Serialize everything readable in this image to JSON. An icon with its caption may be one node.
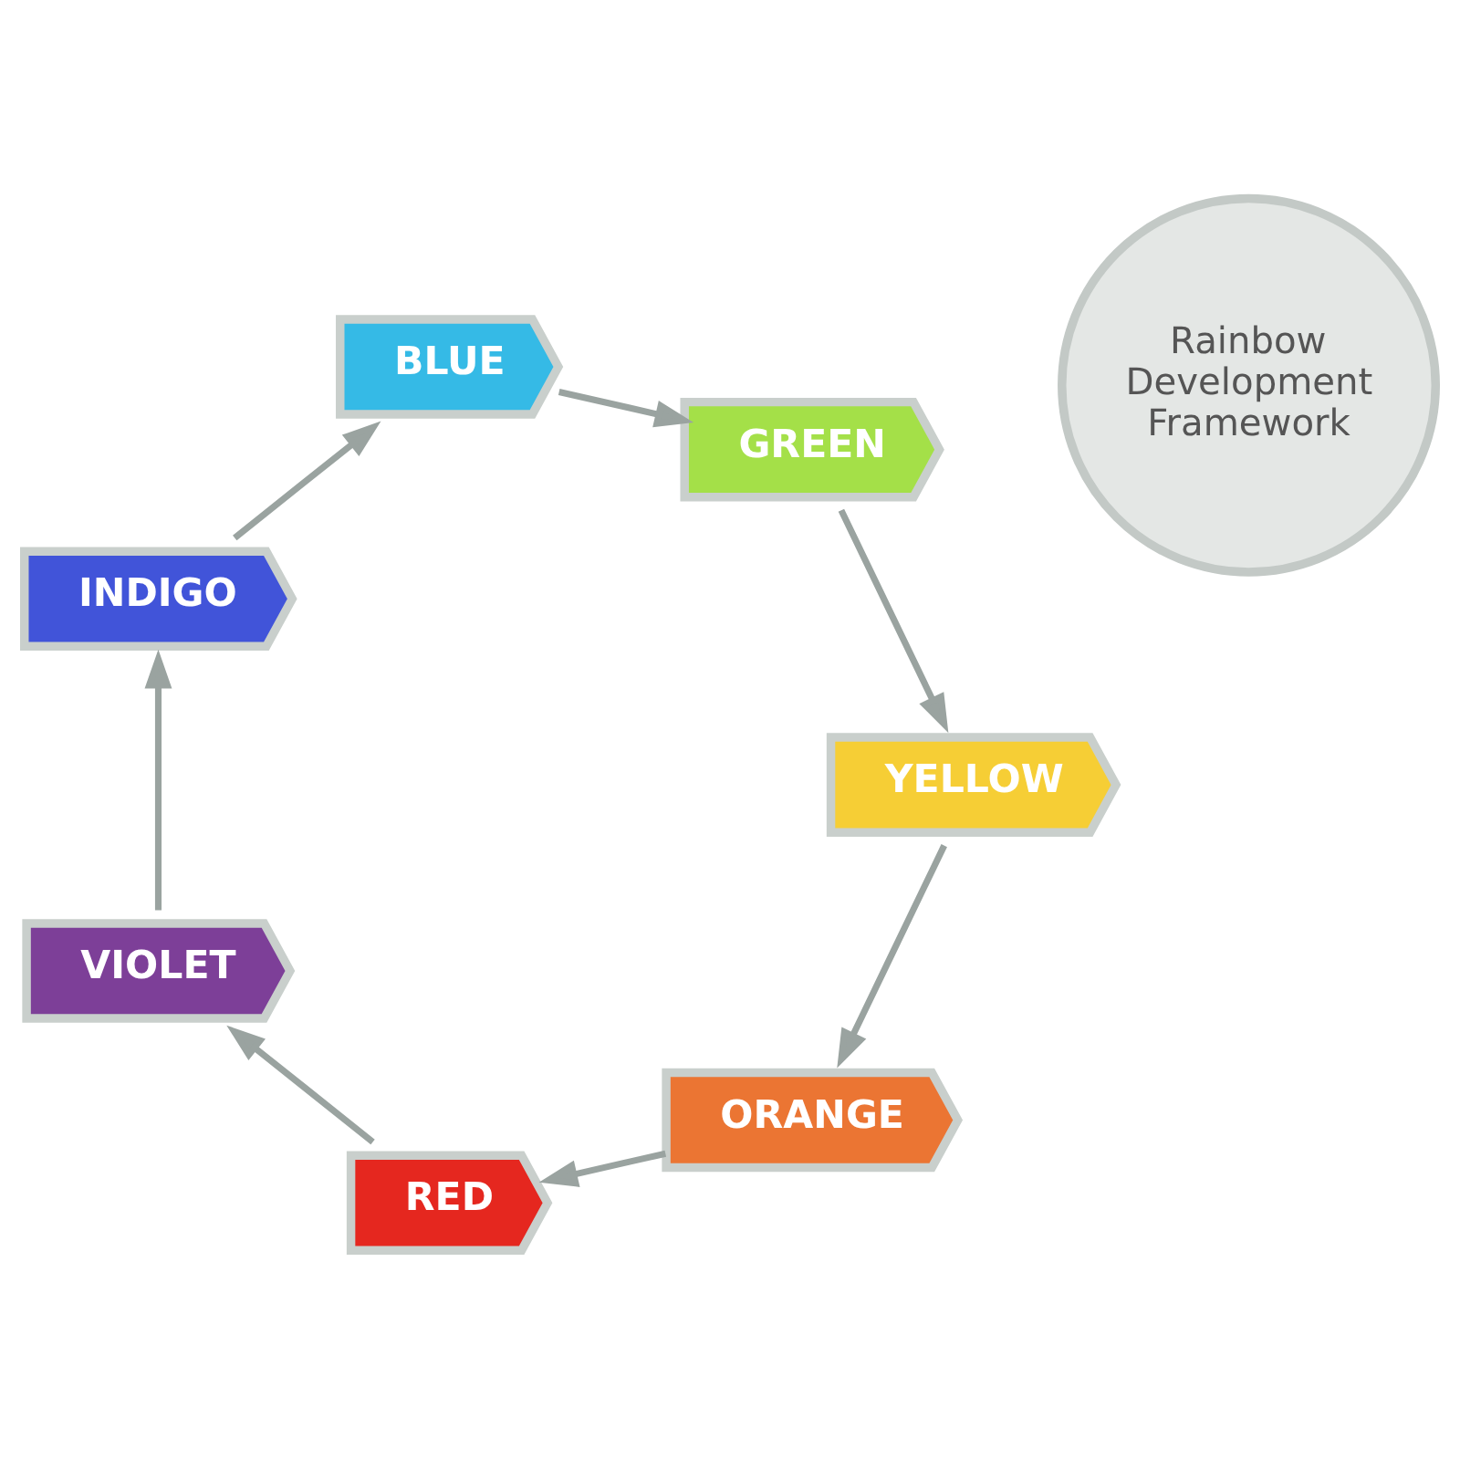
{
  "diagram": {
    "nodes": [
      {
        "text": [
          "Rainbow Development Framework"
        ]
      },
      {
        "text": [
          "ORANGE"
        ]
      },
      {
        "text": [
          "RED"
        ]
      },
      {
        "text": [
          "VIOLET"
        ]
      },
      {
        "text": [
          "INDIGO"
        ]
      },
      {
        "text": [
          "BLUE"
        ]
      },
      {
        "text": [
          "GREEN"
        ]
      },
      {
        "text": [
          "YELLOW"
        ]
      }
    ],
    "edges": [
      {
        "from": 1,
        "to": 2,
        "arrow": "to"
      },
      {
        "from": 2,
        "to": 3,
        "arrow": "to"
      },
      {
        "from": 3,
        "to": 4,
        "arrow": "to"
      },
      {
        "from": 4,
        "to": 5,
        "arrow": "to"
      },
      {
        "from": 5,
        "to": 6,
        "arrow": "to"
      },
      {
        "from": 6,
        "to": 7,
        "arrow": "to"
      },
      {
        "from": 7,
        "to": 1,
        "arrow": "to"
      }
    ]
  }
}
